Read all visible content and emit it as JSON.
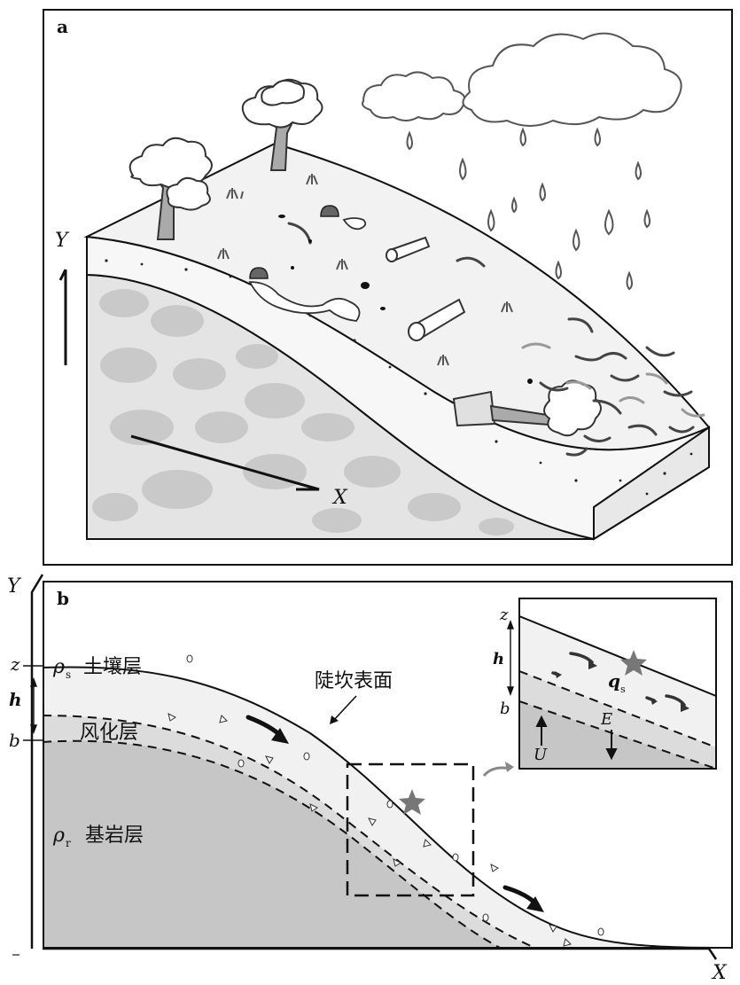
{
  "panel_a": {
    "letter": "a",
    "axis_y": "Y",
    "axis_x": "X"
  },
  "panel_b": {
    "letter": "b",
    "axis_y": "Y",
    "axis_x": "X",
    "surface_label": "陡坎表面",
    "soil_label_sym": "ρ",
    "soil_label_sub": "s",
    "soil_label_text": "土壤层",
    "weathered_label": "风化层",
    "bedrock_label_sym": "ρ",
    "bedrock_label_sub": "r",
    "bedrock_label_text": "基岩层",
    "z": "z",
    "h": "h",
    "b": "b",
    "inset": {
      "z": "z",
      "h": "h",
      "b": "b",
      "q_sym": "q",
      "q_sub": "s",
      "E": "E",
      "U": "U"
    }
  },
  "colors": {
    "soil": "#f1f1f1",
    "weathered": "#dcdcdc",
    "bedrock": "#c6c6c6",
    "stroke": "#111111",
    "star": "#777777"
  }
}
